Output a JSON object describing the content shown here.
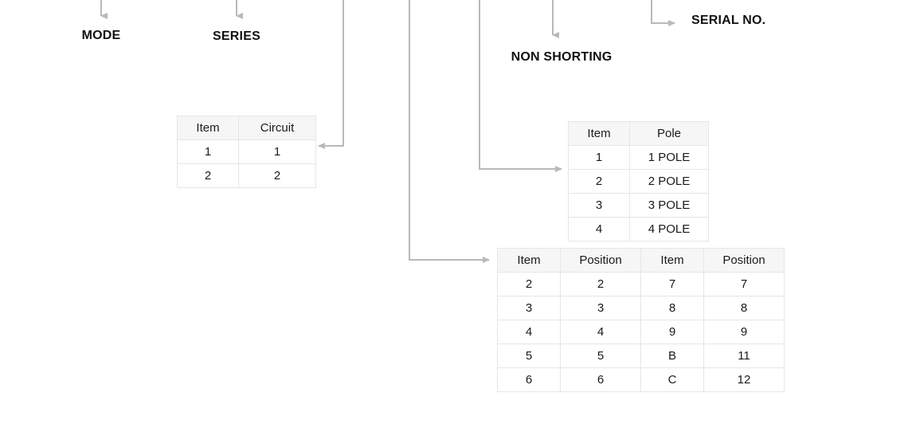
{
  "page": {
    "background": "#ffffff",
    "wire_color": "#b9b9b9",
    "header_fill": "#f6f6f6",
    "border_color": "#e6e6e6",
    "text_color": "#111111"
  },
  "labels": {
    "mode": "MODE",
    "series": "SERIES",
    "non_shorting": "NON SHORTING",
    "serial_no": "SERIAL NO."
  },
  "tables": {
    "circuit": {
      "headers": [
        "Item",
        "Circuit"
      ],
      "rows": [
        [
          "1",
          "1"
        ],
        [
          "2",
          "2"
        ]
      ]
    },
    "pole": {
      "headers": [
        "Item",
        "Pole"
      ],
      "rows": [
        [
          "1",
          "1 POLE"
        ],
        [
          "2",
          "2 POLE"
        ],
        [
          "3",
          "3 POLE"
        ],
        [
          "4",
          "4 POLE"
        ]
      ]
    },
    "position": {
      "headers": [
        "Item",
        "Position",
        "Item",
        "Position"
      ],
      "rows": [
        [
          "2",
          "2",
          "7",
          "7"
        ],
        [
          "3",
          "3",
          "8",
          "8"
        ],
        [
          "4",
          "4",
          "9",
          "9"
        ],
        [
          "5",
          "5",
          "B",
          "11"
        ],
        [
          "6",
          "6",
          "C",
          "12"
        ]
      ]
    }
  },
  "connectors": [
    {
      "name": "mode-arrow",
      "kind": "arrow-down"
    },
    {
      "name": "series-arrow",
      "kind": "arrow-down"
    },
    {
      "name": "circuit-arrow",
      "kind": "elbow-left"
    },
    {
      "name": "position-arrow",
      "kind": "elbow-right"
    },
    {
      "name": "pole-arrow",
      "kind": "elbow-right"
    },
    {
      "name": "non-shorting-arrow",
      "kind": "arrow-down"
    },
    {
      "name": "serial-no-arrow",
      "kind": "elbow-right"
    }
  ]
}
